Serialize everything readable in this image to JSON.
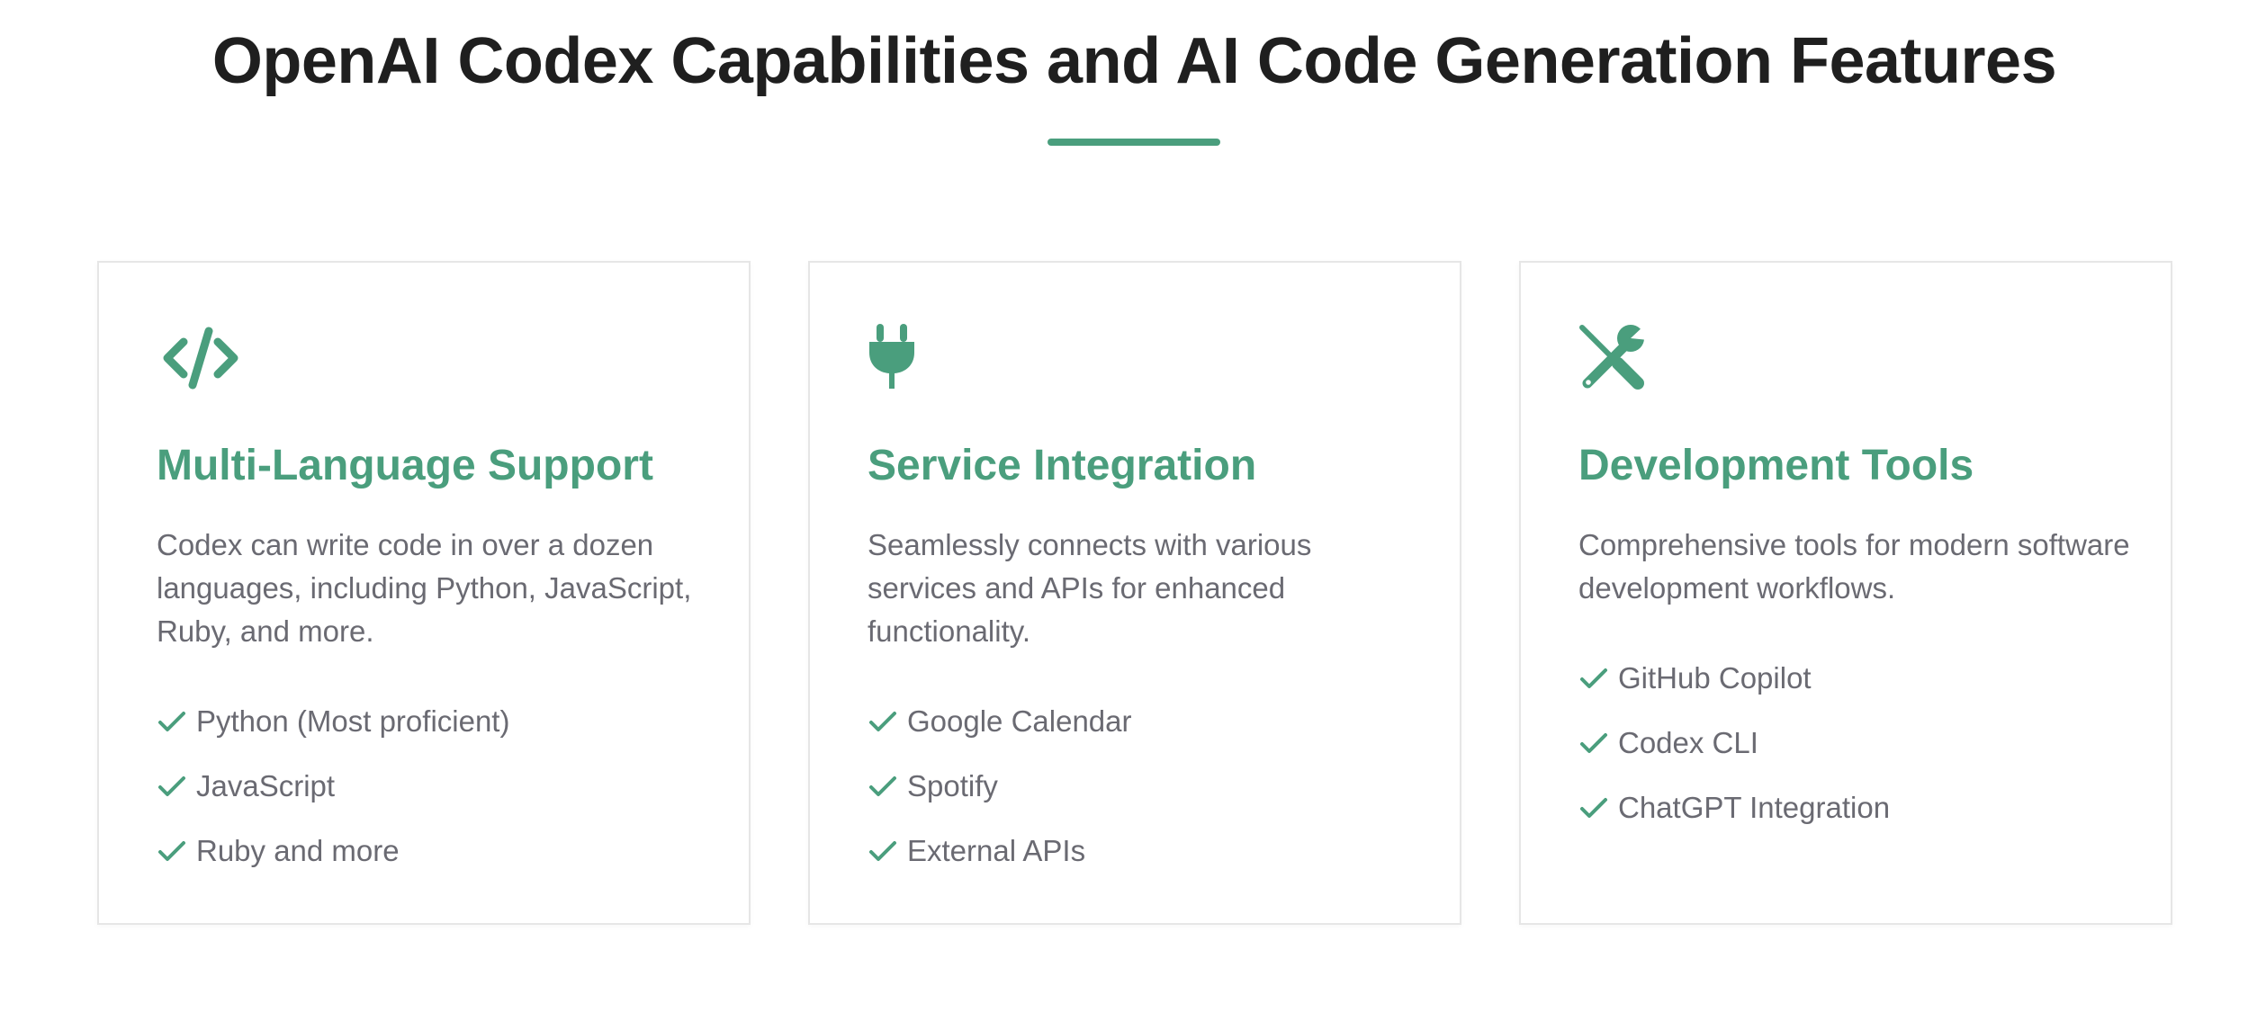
{
  "page": {
    "title": "OpenAI Codex Capabilities and AI Code Generation Features"
  },
  "colors": {
    "accent": "#4a9e7d",
    "heading": "#1f1f1f",
    "body_text": "#6a6a72",
    "card_border": "#e6e6e6"
  },
  "cards": [
    {
      "icon": "code-icon",
      "title": "Multi-Language Support",
      "description": "Codex can write code in over a dozen languages, including Python, JavaScript, Ruby, and more.",
      "features": [
        "Python (Most proficient)",
        "JavaScript",
        "Ruby and more"
      ]
    },
    {
      "icon": "plug-icon",
      "title": "Service Integration",
      "description": "Seamlessly connects with various services and APIs for enhanced functionality.",
      "features": [
        "Google Calendar",
        "Spotify",
        "External APIs"
      ]
    },
    {
      "icon": "tools-icon",
      "title": "Development Tools",
      "description": "Comprehensive tools for modern software development workflows.",
      "features": [
        "GitHub Copilot",
        "Codex CLI",
        "ChatGPT Integration"
      ]
    }
  ]
}
